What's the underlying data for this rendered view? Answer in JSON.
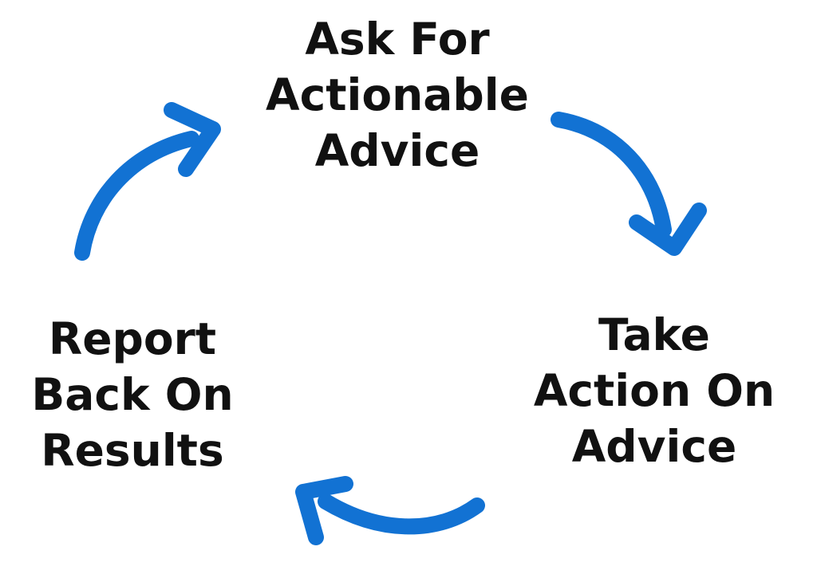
{
  "diagram": {
    "type": "cycle",
    "background_color": "#ffffff",
    "text_color": "#111111",
    "arrow_color": "#1272d3",
    "nodes": [
      {
        "id": "ask-for-actionable-advice",
        "position": "top",
        "lines": [
          "Ask For",
          "Actionable",
          "Advice"
        ]
      },
      {
        "id": "take-action-on-advice",
        "position": "right",
        "lines": [
          "Take",
          "Action On",
          "Advice"
        ]
      },
      {
        "id": "report-back-on-results",
        "position": "left",
        "lines": [
          "Report",
          "Back On",
          "Results"
        ]
      }
    ],
    "arrows": [
      {
        "name": "arrow-ask-to-take",
        "from": "ask-for-actionable-advice",
        "to": "take-action-on-advice"
      },
      {
        "name": "arrow-take-to-report",
        "from": "take-action-on-advice",
        "to": "report-back-on-results"
      },
      {
        "name": "arrow-report-to-ask",
        "from": "report-back-on-results",
        "to": "ask-for-actionable-advice"
      }
    ]
  }
}
